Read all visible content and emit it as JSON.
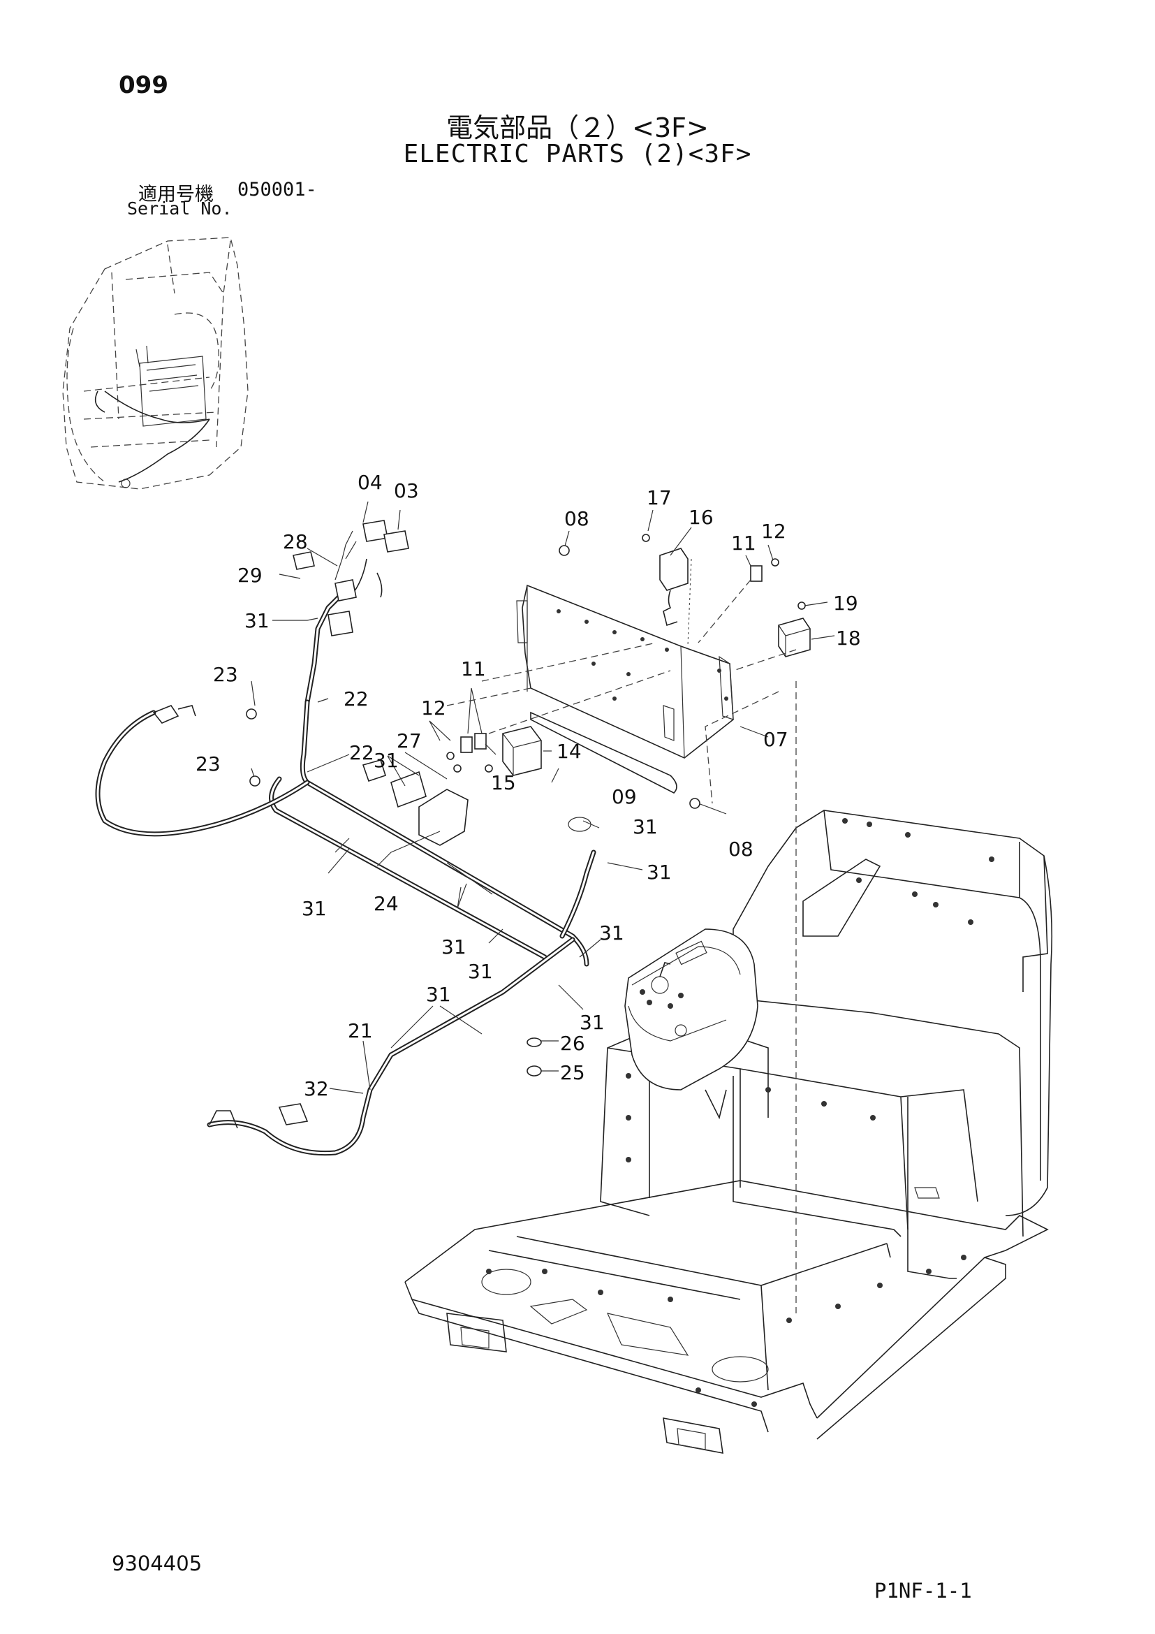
{
  "header": {
    "page_number": "099",
    "title_jp": "電気部品（２）<3F>",
    "title_en": "ELECTRIC PARTS (2)<3F>",
    "serial_label_jp": "適用号機",
    "serial_label_en": "Serial No.",
    "serial_value": "050001-"
  },
  "footer": {
    "document_id": "9304405",
    "page_code": "P1NF-1-1"
  },
  "callouts": [
    "04",
    "03",
    "28",
    "29",
    "31",
    "23",
    "22",
    "23",
    "22",
    "31",
    "27",
    "12",
    "11",
    "15",
    "14",
    "09",
    "31",
    "08",
    "17",
    "16",
    "11",
    "12",
    "19",
    "18",
    "07",
    "08",
    "31",
    "24",
    "31",
    "31",
    "31",
    "31",
    "31",
    "21",
    "32",
    "26",
    "25",
    "31"
  ]
}
